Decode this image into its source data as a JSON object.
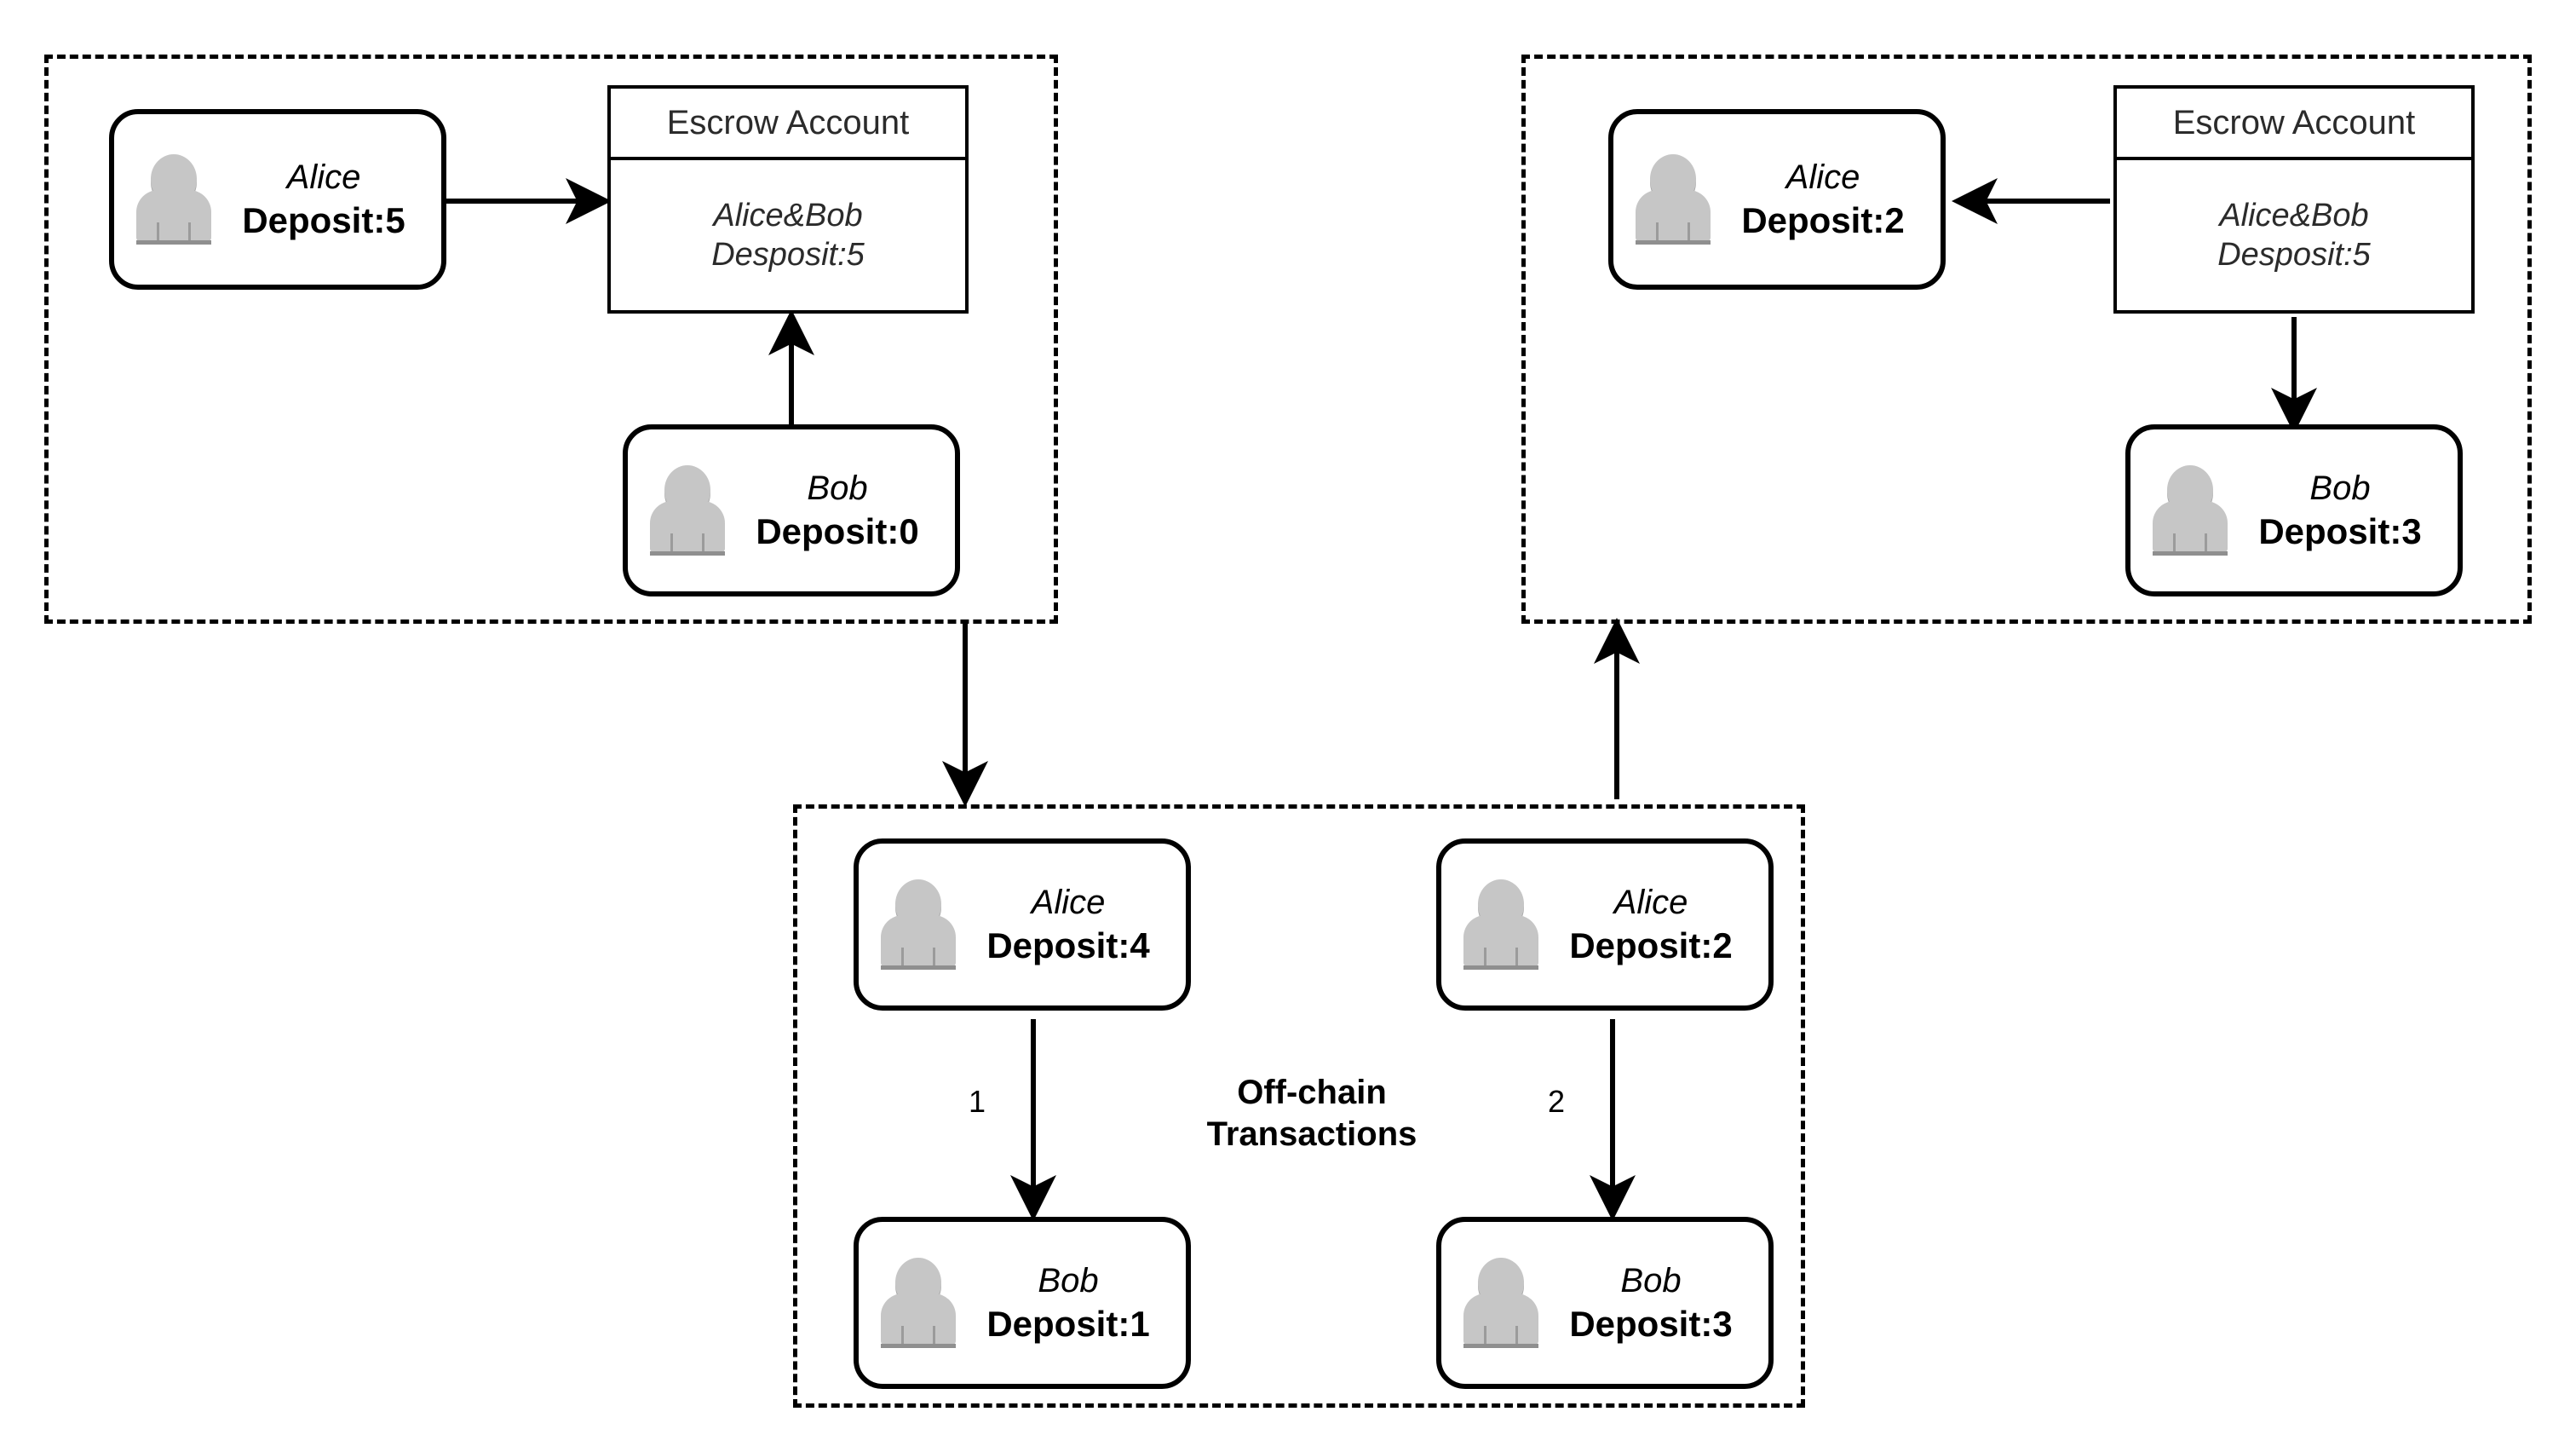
{
  "diagram": {
    "title": "Payment Channel Escrow and Off-chain Transactions",
    "colors": {
      "line": "#000000",
      "avatar": "#c6c6c6",
      "avatar_shadow": "#9b9b9b",
      "escrow_text": "#2b2b2b",
      "background": "#ffffff"
    }
  },
  "groups": {
    "open_channel": {
      "name": "on-chain-open-channel-group"
    },
    "close_channel": {
      "name": "on-chain-close-channel-group"
    },
    "offchain": {
      "name": "off-chain-transactions-group",
      "label": "Off-chain\nTransactions"
    }
  },
  "parties": {
    "open_alice": {
      "name": "Alice",
      "deposit_label": "Deposit:5"
    },
    "open_bob": {
      "name": "Bob",
      "deposit_label": "Deposit:0"
    },
    "close_alice": {
      "name": "Alice",
      "deposit_label": "Deposit:2"
    },
    "close_bob": {
      "name": "Bob",
      "deposit_label": "Deposit:3"
    },
    "tx1_alice": {
      "name": "Alice",
      "deposit_label": "Deposit:4"
    },
    "tx1_bob": {
      "name": "Bob",
      "deposit_label": "Deposit:1"
    },
    "tx2_alice": {
      "name": "Alice",
      "deposit_label": "Deposit:2"
    },
    "tx2_bob": {
      "name": "Bob",
      "deposit_label": "Deposit:3"
    }
  },
  "escrow_open": {
    "header": "Escrow Account",
    "owners": "Alice&Bob",
    "deposit": "Desposit:5"
  },
  "escrow_close": {
    "header": "Escrow Account",
    "owners": "Alice&Bob",
    "deposit": "Desposit:5"
  },
  "edges": {
    "tx1_label": "1",
    "tx2_label": "2"
  },
  "chart_data": {
    "type": "diagram",
    "title": "Payment channel lifecycle: open escrow, off-chain transactions, close escrow",
    "nodes": [
      {
        "id": "open_alice",
        "group": "open_channel",
        "label": "Alice",
        "value": 5
      },
      {
        "id": "open_bob",
        "group": "open_channel",
        "label": "Bob",
        "value": 0
      },
      {
        "id": "escrow_open",
        "group": "open_channel",
        "label": "Escrow Account",
        "value": 5
      },
      {
        "id": "tx1_alice",
        "group": "offchain",
        "label": "Alice",
        "value": 4
      },
      {
        "id": "tx1_bob",
        "group": "offchain",
        "label": "Bob",
        "value": 1
      },
      {
        "id": "tx2_alice",
        "group": "offchain",
        "label": "Alice",
        "value": 2
      },
      {
        "id": "tx2_bob",
        "group": "offchain",
        "label": "Bob",
        "value": 3
      },
      {
        "id": "escrow_close",
        "group": "close_channel",
        "label": "Escrow Account",
        "value": 5
      },
      {
        "id": "close_alice",
        "group": "close_channel",
        "label": "Alice",
        "value": 2
      },
      {
        "id": "close_bob",
        "group": "close_channel",
        "label": "Bob",
        "value": 3
      }
    ],
    "links": [
      {
        "from": "open_alice",
        "to": "escrow_open",
        "label": ""
      },
      {
        "from": "open_bob",
        "to": "escrow_open",
        "label": ""
      },
      {
        "from": "open_channel",
        "to": "offchain",
        "label": ""
      },
      {
        "from": "tx1_alice",
        "to": "tx1_bob",
        "label": "1"
      },
      {
        "from": "tx2_alice",
        "to": "tx2_bob",
        "label": "2"
      },
      {
        "from": "offchain",
        "to": "close_channel",
        "label": ""
      },
      {
        "from": "escrow_close",
        "to": "close_alice",
        "label": ""
      },
      {
        "from": "escrow_close",
        "to": "close_bob",
        "label": ""
      }
    ]
  }
}
